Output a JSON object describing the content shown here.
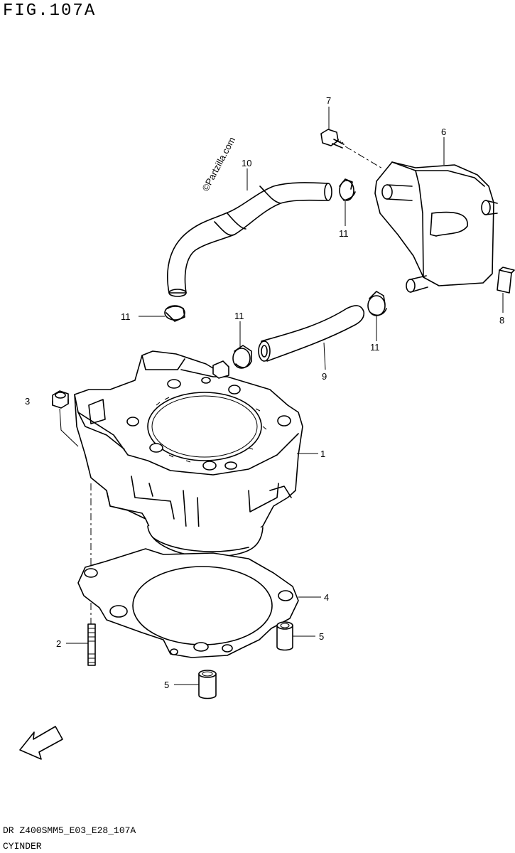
{
  "header": {
    "figure_title": "FIG.107A"
  },
  "watermark": "©Partzilla.com",
  "callouts": [
    {
      "id": "c1",
      "label": "1"
    },
    {
      "id": "c2",
      "label": "2"
    },
    {
      "id": "c3",
      "label": "3"
    },
    {
      "id": "c4",
      "label": "4"
    },
    {
      "id": "c5a",
      "label": "5"
    },
    {
      "id": "c5b",
      "label": "5"
    },
    {
      "id": "c6",
      "label": "6"
    },
    {
      "id": "c7",
      "label": "7"
    },
    {
      "id": "c8",
      "label": "8"
    },
    {
      "id": "c9",
      "label": "9"
    },
    {
      "id": "c10",
      "label": "10"
    },
    {
      "id": "c11a",
      "label": "11"
    },
    {
      "id": "c11b",
      "label": "11"
    },
    {
      "id": "c11c",
      "label": "11"
    },
    {
      "id": "c11d",
      "label": "11"
    }
  ],
  "fwd_arrow": {
    "label": "FWD"
  },
  "footer": {
    "model_code": "DR Z400SMM5_E03_E28_107A",
    "section_name": "CYINDER"
  }
}
